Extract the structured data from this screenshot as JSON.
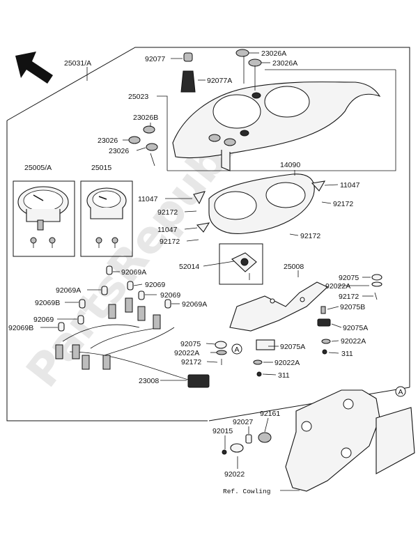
{
  "diagram": {
    "watermark": "PartsRepublik",
    "reference_label": "Ref. Cowling",
    "callout_letter": "A",
    "parts": {
      "p25031": "25031/A",
      "p92077": "92077",
      "p92077A": "92077A",
      "p23026A_1": "23026A",
      "p23026A_2": "23026A",
      "p25023": "25023",
      "p23026B": "23026B",
      "p23026_1": "23026",
      "p23026_2": "23026",
      "p25005": "25005/A",
      "p25015": "25015",
      "p14090": "14090",
      "p11047_1": "11047",
      "p11047_2": "11047",
      "p11047_3": "11047",
      "p92172_1": "92172",
      "p92172_2": "92172",
      "p92172_3": "92172",
      "p92172_4": "92172",
      "p92172_5": "92172",
      "p92172_6": "92172",
      "p52014": "52014",
      "p25008": "25008",
      "p92075_1": "92075",
      "p92075_2": "92075",
      "p92022A_1": "92022A",
      "p92022A_2": "92022A",
      "p92022A_3": "92022A",
      "p92022A_4": "92022A",
      "p92075B": "92075B",
      "p92075A_1": "92075A",
      "p92075A_2": "92075A",
      "p311_1": "311",
      "p311_2": "311",
      "p92069A_1": "92069A",
      "p92069A_2": "92069A",
      "p92069A_3": "92069A",
      "p92069_1": "92069",
      "p92069_2": "92069",
      "p92069_3": "92069",
      "p92069B_1": "92069B",
      "p92069B_2": "92069B",
      "p23008": "23008",
      "p92161": "92161",
      "p92027": "92027",
      "p92015": "92015",
      "p92022": "92022"
    }
  }
}
